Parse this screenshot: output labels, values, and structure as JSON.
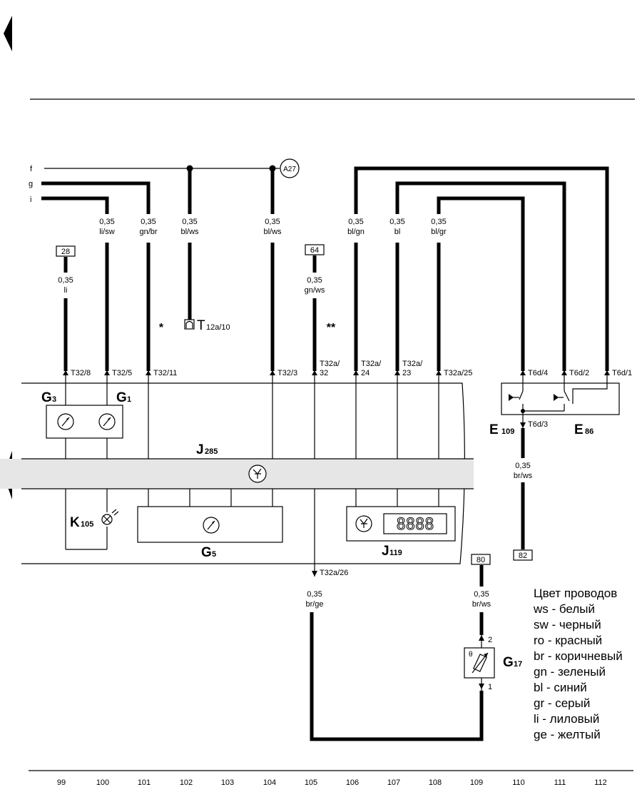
{
  "bus_labels": {
    "f": "f",
    "g": "g",
    "i": "i"
  },
  "connector_a27": "A27",
  "wires": [
    {
      "id": "w100",
      "gauge": "0,35",
      "color": "li/sw"
    },
    {
      "id": "w101",
      "gauge": "0,35",
      "color": "gn/br"
    },
    {
      "id": "w102",
      "gauge": "0,35",
      "color": "bl/ws"
    },
    {
      "id": "w104",
      "gauge": "0,35",
      "color": "bl/ws"
    },
    {
      "id": "w106",
      "gauge": "0,35",
      "color": "bl/gn"
    },
    {
      "id": "w107",
      "gauge": "0,35",
      "color": "bl"
    },
    {
      "id": "w108",
      "gauge": "0,35",
      "color": "bl/gr"
    },
    {
      "id": "w99",
      "gauge": "0,35",
      "color": "li"
    },
    {
      "id": "w105top",
      "gauge": "0,35",
      "color": "gn/ws"
    },
    {
      "id": "w110",
      "gauge": "0,35",
      "color": "br/ws"
    },
    {
      "id": "w105bot",
      "gauge": "0,35",
      "color": "br/ge"
    },
    {
      "id": "w109",
      "gauge": "0,35",
      "color": "br/ws"
    }
  ],
  "refs": {
    "r28": "28",
    "r64": "64",
    "r82": "82",
    "r80": "80"
  },
  "pins": {
    "p99": "T32/8",
    "p100": "T32/5",
    "p101": "T32/11",
    "p104": "T32/3",
    "p105a": "T32a/",
    "p105b": "32",
    "p106a": "T32a/",
    "p106b": "24",
    "p107a": "T32a/",
    "p107b": "23",
    "p108": "T32a/25",
    "p110": "T6d/4",
    "p111": "T6d/2",
    "p112": "T6d/1",
    "p110b": "T6d/3",
    "p105c": "T32a/26"
  },
  "t12a": {
    "main": "T",
    "sub": "12a/10"
  },
  "stars": {
    "s1": "*",
    "s2": "**"
  },
  "components": {
    "G3": {
      "main": "G",
      "sub": "3"
    },
    "G1": {
      "main": "G",
      "sub": "1"
    },
    "J285": {
      "main": "J",
      "sub": "285"
    },
    "K105": {
      "main": "K",
      "sub": "105"
    },
    "G5": {
      "main": "G",
      "sub": "5"
    },
    "J119": {
      "main": "J",
      "sub": "119"
    },
    "E109": {
      "main": "E",
      "sub": "109"
    },
    "E86": {
      "main": "E",
      "sub": "86"
    },
    "G17": {
      "main": "G",
      "sub": "17"
    }
  },
  "display_digits": "8888",
  "sensor_pins": {
    "top": "2",
    "bottom": "1",
    "theta": "θ"
  },
  "legend": {
    "title": "Цвет проводов",
    "items": [
      "ws - белый",
      "sw - черный",
      "ro - красный",
      "br - коричневый",
      "gn - зеленый",
      "bl - синий",
      "gr - серый",
      "li - лиловый",
      "ge - желтый"
    ]
  },
  "columns": [
    "99",
    "100",
    "101",
    "102",
    "103",
    "104",
    "105",
    "106",
    "107",
    "108",
    "109",
    "110",
    "111",
    "112"
  ]
}
